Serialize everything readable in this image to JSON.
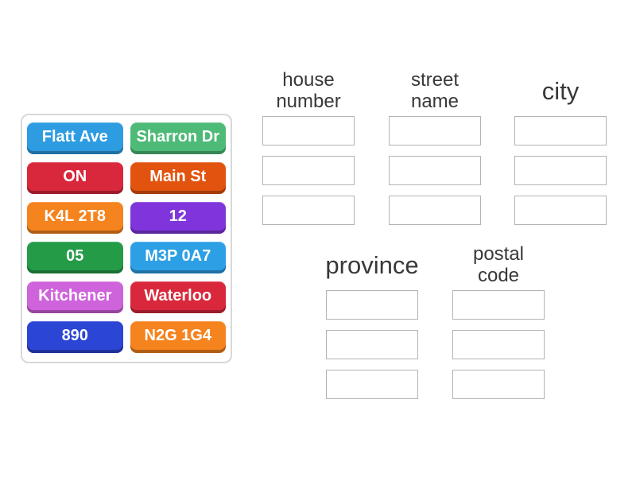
{
  "page": {
    "background_color": "#ffffff",
    "header_text_color": "#383838"
  },
  "tile_board": {
    "border_color": "#d8d8d8",
    "tiles": [
      {
        "label": "Flatt Ave",
        "color": "#2e9ce1"
      },
      {
        "label": "Sharron Dr",
        "color": "#4eba77"
      },
      {
        "label": "ON",
        "color": "#d9283c"
      },
      {
        "label": "Main St",
        "color": "#e2530f"
      },
      {
        "label": "K4L 2T8",
        "color": "#f5831e"
      },
      {
        "label": "12",
        "color": "#7f35db"
      },
      {
        "label": "05",
        "color": "#239b47"
      },
      {
        "label": "M3P 0A7",
        "color": "#2d9fe4"
      },
      {
        "label": "Kitchener",
        "color": "#cf63dc"
      },
      {
        "label": "Waterloo",
        "color": "#d9283c"
      },
      {
        "label": "890",
        "color": "#2b45d5"
      },
      {
        "label": "N2G 1G4",
        "color": "#f5831e"
      }
    ]
  },
  "groups": [
    {
      "label": "house number",
      "slot_count": 3
    },
    {
      "label": "street name",
      "slot_count": 3
    },
    {
      "label": "city",
      "slot_count": 3
    },
    {
      "label": "province",
      "slot_count": 3
    },
    {
      "label": "postal code",
      "slot_count": 3
    }
  ]
}
